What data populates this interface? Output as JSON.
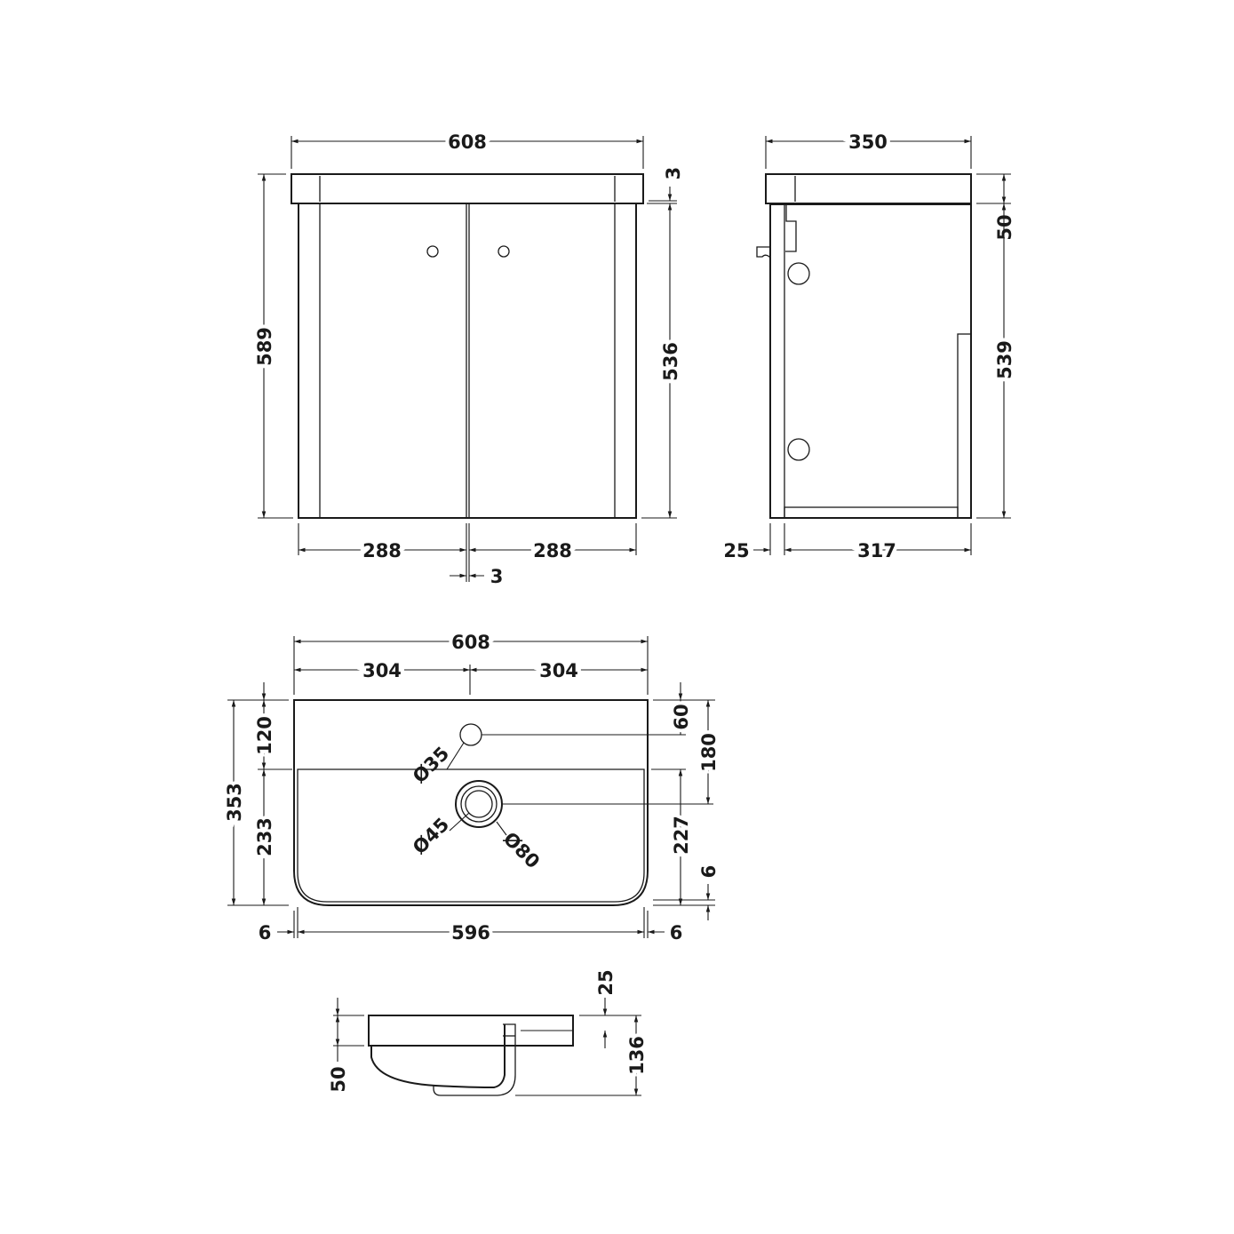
{
  "front_view": {
    "overall_width": "608",
    "overall_height": "589",
    "top_thickness": "3",
    "body_height": "536",
    "door_left_width": "288",
    "door_right_width": "288",
    "door_gap": "3"
  },
  "side_view": {
    "overall_depth": "350",
    "top_height": "50",
    "body_height": "539",
    "door_thickness": "25",
    "carcass_depth": "317"
  },
  "basin_plan": {
    "overall_width": "608",
    "half_left": "304",
    "half_right": "304",
    "tap_from_back": "120",
    "bowl_length": "233",
    "overall_depth": "353",
    "tap_offset": "60",
    "waste_from_back": "180",
    "waste_to_front": "227",
    "front_rim": "6",
    "inner_width": "596",
    "rim_left": "6",
    "rim_right": "6",
    "tap_hole_dia": "Ø35",
    "waste_dia": "Ø45",
    "waste_outer_dia": "Ø80"
  },
  "basin_section": {
    "rim_height": "50",
    "overflow_depth": "25",
    "total_depth": "136"
  }
}
